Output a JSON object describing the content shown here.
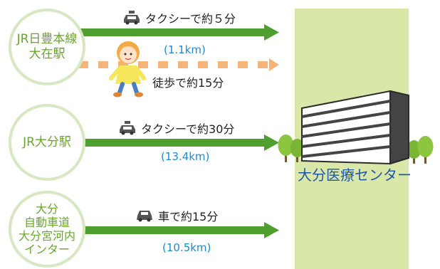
{
  "origins": [
    {
      "label": "JR日豊本線\n大在駅"
    },
    {
      "label": "JR大分駅"
    },
    {
      "label": "大分\n自動車道\n大分宮河内\nインター"
    }
  ],
  "routes": {
    "r1_taxi": {
      "icon": "taxi-icon",
      "label": "タクシーで約５分",
      "distance": "(1.1km)"
    },
    "r1_walk": {
      "label": "徒歩で約15分"
    },
    "r2_taxi": {
      "icon": "taxi-icon",
      "label": "タクシーで約30分",
      "distance": "(13.4km)"
    },
    "r3_car": {
      "icon": "car-icon",
      "label": "車で約15分",
      "distance": "(10.5km)"
    }
  },
  "destination": {
    "name": "大分医療センター"
  },
  "colors": {
    "arrow_green": "#4e9f2d",
    "walk_orange": "#f5b57a",
    "circle_border": "#d6e7c2",
    "origin_text": "#6aa62a",
    "distance_text": "#1a8bd1",
    "destination_text": "#1f57a8",
    "destination_column": "#d9e8a8"
  }
}
